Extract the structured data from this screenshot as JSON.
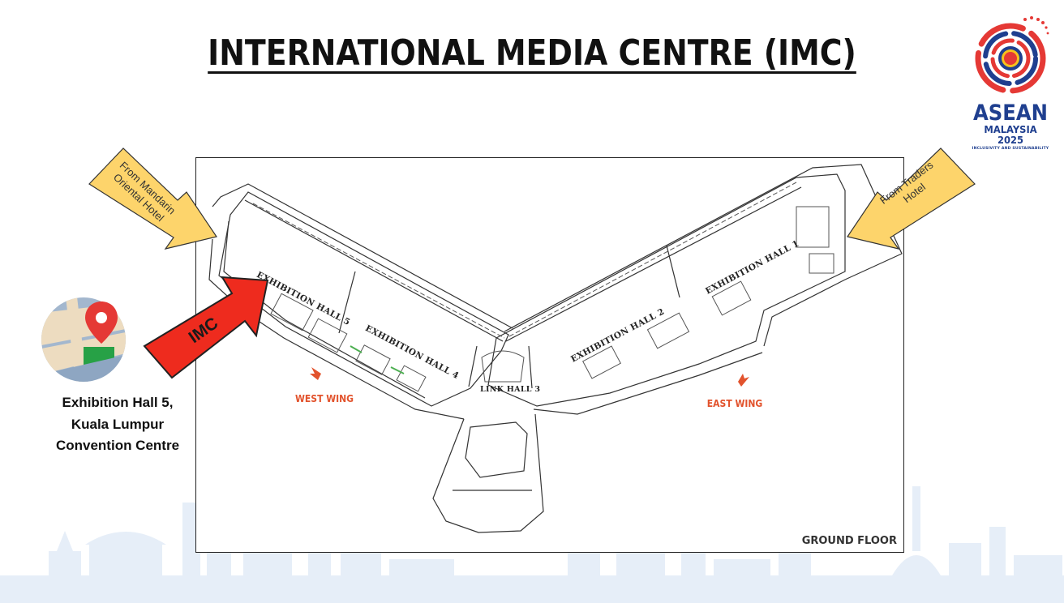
{
  "page": {
    "title": "INTERNATIONAL MEDIA CENTRE (IMC)"
  },
  "logo": {
    "name": "ASEAN",
    "line2": "MALAYSIA 2025",
    "tagline": "INCLUSIVITY AND SUSTAINABILITY",
    "icon": "asean-emblem-icon",
    "colors": {
      "red": "#e53935",
      "blue": "#1f3f8f",
      "yellow": "#f6c21c"
    }
  },
  "map": {
    "floor_label": "GROUND FLOOR",
    "halls": {
      "hall5": "EXHIBITION HALL 5",
      "hall4": "EXHIBITION HALL 4",
      "hall2": "EXHIBITION HALL 2",
      "hall1": "EXHIBITION HALL 1",
      "link": "LINK HALL 3"
    },
    "wings": {
      "west": "WEST WING",
      "east": "EAST WING"
    },
    "accent_color": "#e2532d"
  },
  "arrows": {
    "mandarin": {
      "line1": "From Mandarin",
      "line2": "Oriental Hotel",
      "color": "#fdd46b"
    },
    "traders": {
      "line1": "From Traders",
      "line2": "Hotel",
      "color": "#fdd46b"
    },
    "imc": {
      "label": "IMC",
      "color": "#ee2b1e"
    }
  },
  "location": {
    "icon": "map-pin-icon",
    "line1": "Exhibition Hall 5,",
    "line2": "Kuala Lumpur",
    "line3": "Convention Centre"
  }
}
